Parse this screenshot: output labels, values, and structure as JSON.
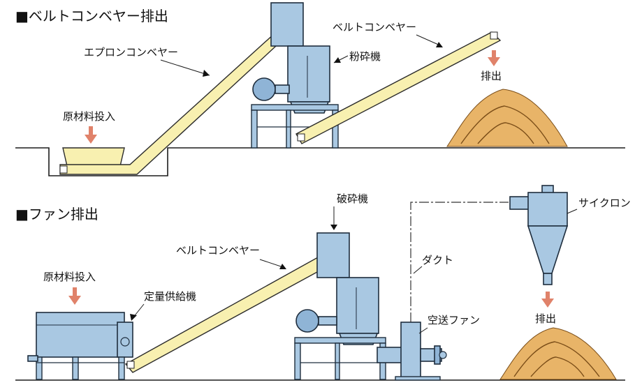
{
  "top": {
    "title": "■ベルトコンベヤー排出",
    "labels": {
      "raw_input": "原材料投入",
      "apron_conveyor": "エプロンコンベヤー",
      "crusher": "粉砕機",
      "belt_conveyor": "ベルトコンベヤー",
      "discharge": "排出"
    }
  },
  "bottom": {
    "title": "■ファン排出",
    "labels": {
      "raw_input": "原材料投入",
      "feeder": "定量供給機",
      "belt_conveyor": "ベルトコンベヤー",
      "crusher": "破砕機",
      "duct": "ダクト",
      "fan": "空送ファン",
      "cyclone": "サイクロン",
      "discharge": "排出"
    }
  },
  "colors": {
    "machine_blue": "#a9c8e2",
    "conveyor_yellow": "#f8f0b0",
    "pile": "#e8b468",
    "arrow": "#e0826a"
  }
}
